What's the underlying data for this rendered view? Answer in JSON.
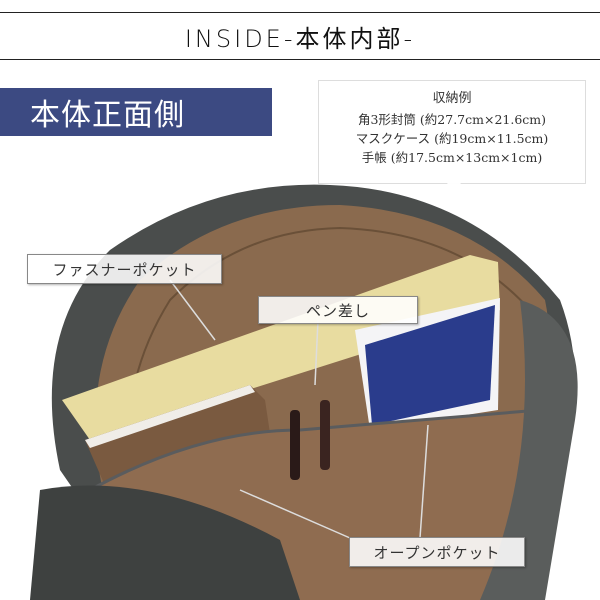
{
  "header": {
    "title": "INSIDE-本体内部-"
  },
  "section_label": "本体正面側",
  "storage_examples": {
    "title": "収納例",
    "items": [
      "角3形封筒 (約27.7cm×21.6cm)",
      "マスクケース (約19cm×11.5cm)",
      "手帳 (約17.5cm×13cm×1cm)"
    ]
  },
  "callouts": {
    "zipper_pocket": "ファスナーポケット",
    "pen_holder": "ペン差し",
    "open_pocket": "オープンポケット"
  },
  "colors": {
    "label_bg": "#3c4a82",
    "bag_exterior": "#4a4d4c",
    "bag_lining": "#8a6a4e",
    "envelope": "#e8dca0",
    "notebook_cover": "#2a3c8c"
  }
}
